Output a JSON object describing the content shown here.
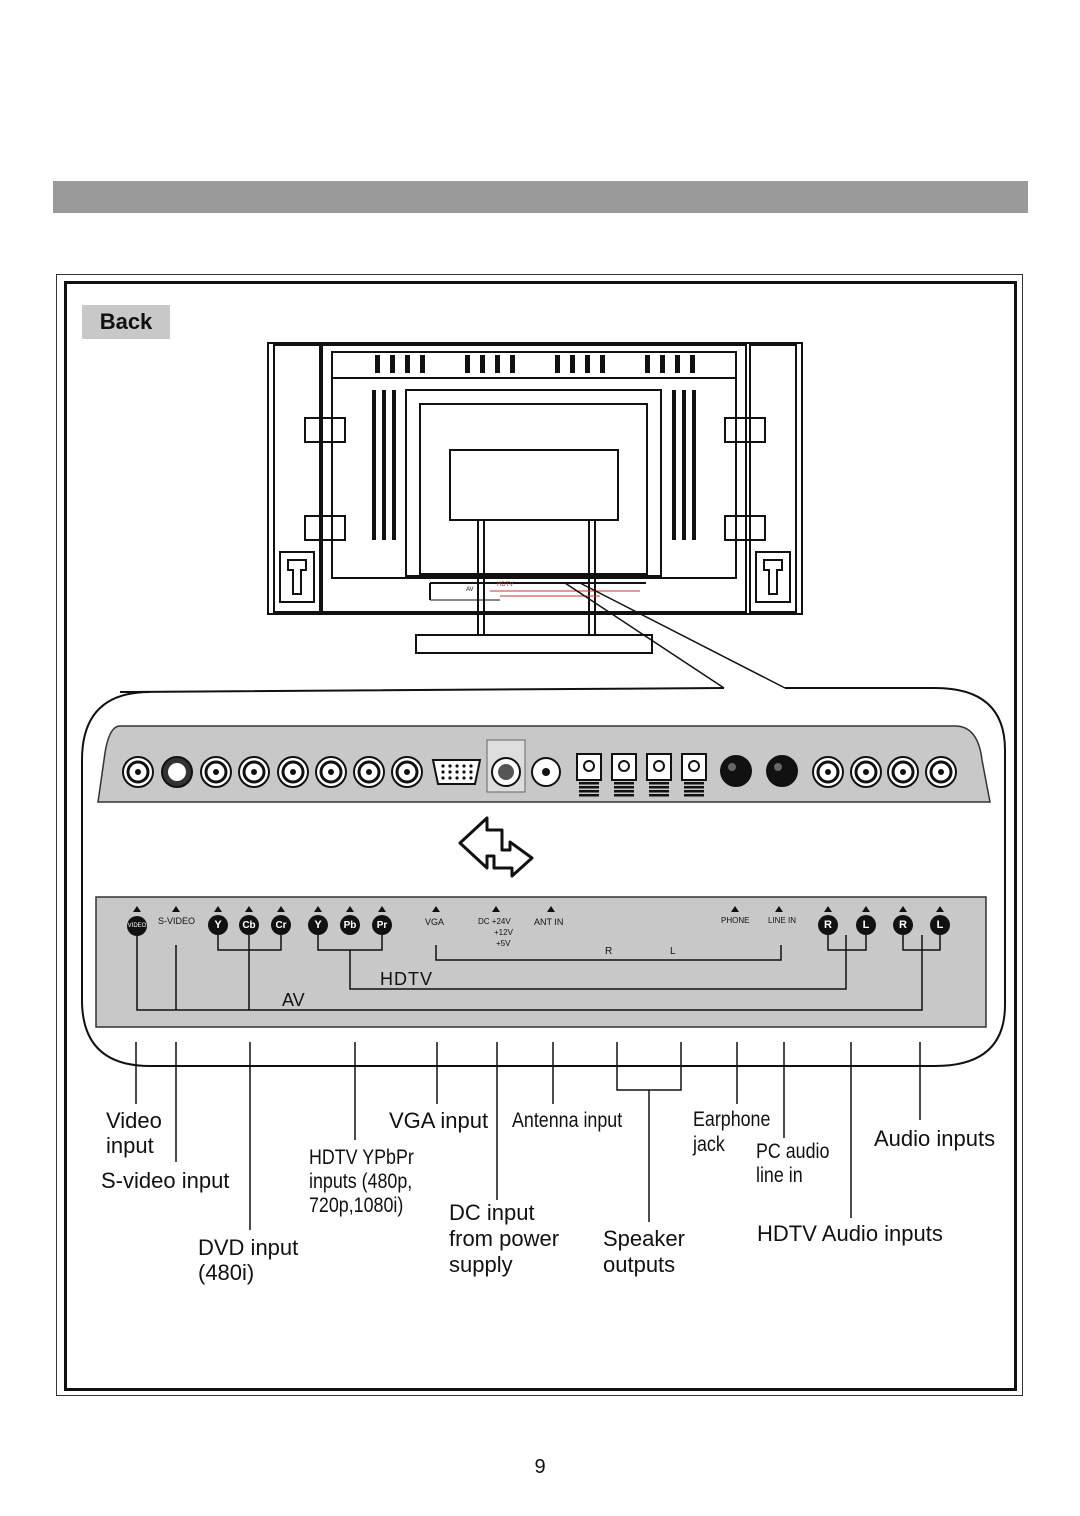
{
  "back_label": "Back",
  "page_number": "9",
  "panel": {
    "av_text": "AV",
    "hdtv_text": "HDTV",
    "jack_labels": {
      "video": "VIDEO",
      "svideo": "S-VIDEO",
      "y": "Y",
      "cb": "Cb",
      "cr": "Cr",
      "pb": "Pb",
      "pr": "Pr",
      "vga": "VGA",
      "dc_24": "DC +24V",
      "dc_12": "+12V",
      "dc_5": "+5V",
      "ant_in": "ANT IN",
      "phone": "PHONE",
      "line_in": "LINE IN",
      "r": "R",
      "l": "L",
      "speaker_r": "R",
      "speaker_l": "L"
    },
    "tv_mini_labels": {
      "av": "AV",
      "hdtv": "HDTV"
    }
  },
  "callouts": {
    "video_input": "Video\ninput",
    "svideo_input": "S-video input",
    "dvd_input": "DVD input\n(480i)",
    "hdtv_ypbpr": "HDTV YPbPr\ninputs (480p,\n720p,1080i)",
    "vga_input": "VGA input",
    "antenna_input": "Antenna input",
    "dc_input": "DC  input\nfrom power\nsupply",
    "speaker_outputs": "Speaker\noutputs",
    "earphone_jack": "Earphone\njack",
    "pc_audio": "PC audio\nline in",
    "audio_inputs": "Audio inputs",
    "hdtv_audio_inputs": "HDTV Audio inputs"
  }
}
